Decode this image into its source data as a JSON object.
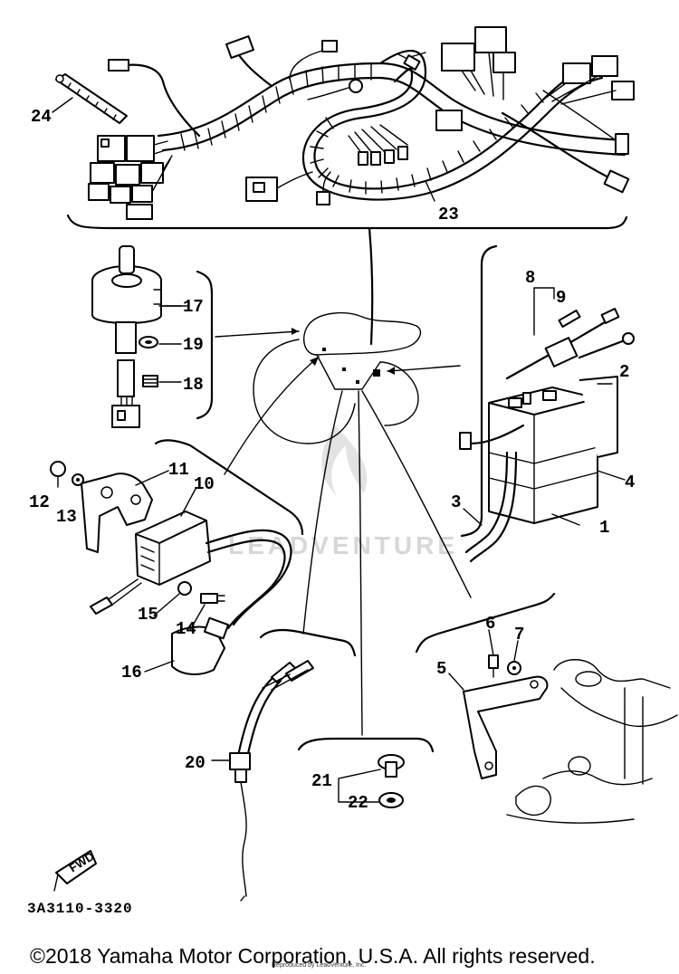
{
  "diagram": {
    "part_code": "3A3110-3320",
    "fwd_label": "FWD",
    "watermark": "LEADVENTURE",
    "small_imprint": "Reproduced by LeadVenture, Inc.",
    "copyright": "©2018 Yamaha Motor Corporation, U.S.A. All rights reserved."
  },
  "callouts": [
    {
      "id": "1",
      "label": "1"
    },
    {
      "id": "2",
      "label": "2"
    },
    {
      "id": "3",
      "label": "3"
    },
    {
      "id": "4",
      "label": "4"
    },
    {
      "id": "5",
      "label": "5"
    },
    {
      "id": "6",
      "label": "6"
    },
    {
      "id": "7",
      "label": "7"
    },
    {
      "id": "8",
      "label": "8"
    },
    {
      "id": "9",
      "label": "9"
    },
    {
      "id": "10",
      "label": "10"
    },
    {
      "id": "11",
      "label": "11"
    },
    {
      "id": "12",
      "label": "12"
    },
    {
      "id": "13",
      "label": "13"
    },
    {
      "id": "14",
      "label": "14"
    },
    {
      "id": "15",
      "label": "15"
    },
    {
      "id": "16",
      "label": "16"
    },
    {
      "id": "17",
      "label": "17"
    },
    {
      "id": "18",
      "label": "18"
    },
    {
      "id": "19",
      "label": "19"
    },
    {
      "id": "20",
      "label": "20"
    },
    {
      "id": "21",
      "label": "21"
    },
    {
      "id": "22",
      "label": "22"
    },
    {
      "id": "23",
      "label": "23"
    },
    {
      "id": "24",
      "label": "24"
    }
  ]
}
